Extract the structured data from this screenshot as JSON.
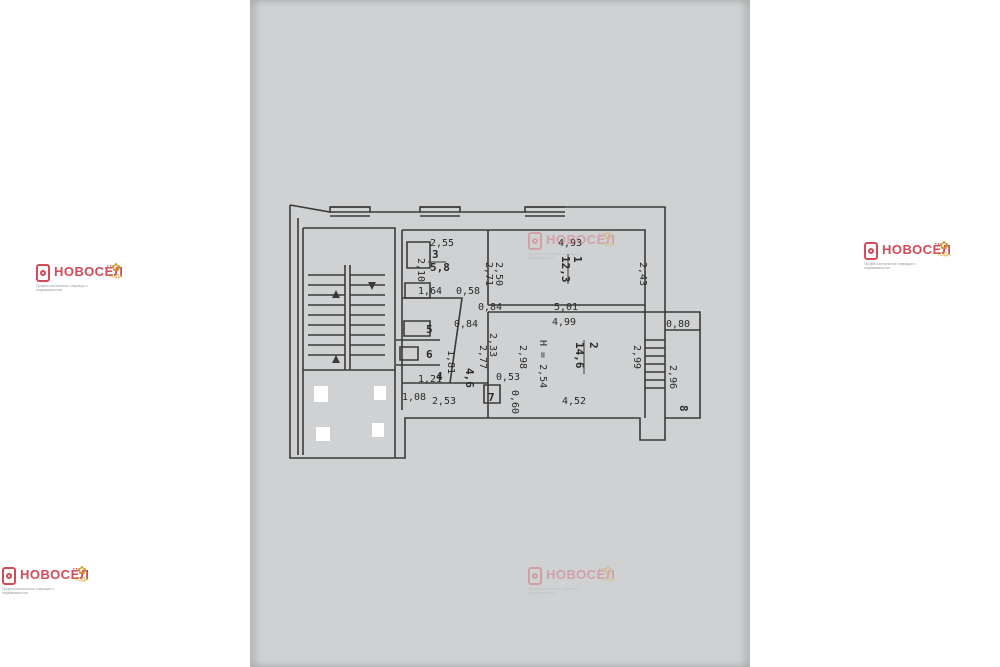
{
  "plan": {
    "areas": {
      "room1": {
        "number": "1",
        "area": "12,3"
      },
      "room2": {
        "number": "2",
        "area": "14,6"
      },
      "room3": {
        "number": "3",
        "area": "5,8"
      },
      "room4": {
        "number": "4",
        "area": "4,6"
      },
      "room5": {
        "number": "5"
      },
      "room6": {
        "number": "6"
      },
      "room7": {
        "number": "7"
      },
      "room8": {
        "number": "8"
      }
    },
    "dims": {
      "d1": "2,55",
      "d2": "4,93",
      "d3": "2,71",
      "d4": "2,50",
      "d5": "2,43",
      "d6": "2,10",
      "d7": "1,64",
      "d8": "0,58",
      "d9": "0,84",
      "d10": "5,01",
      "d11": "0,84",
      "d12": "4,99",
      "d13": "0,80",
      "d14": "2,33",
      "d15": "2,77",
      "d16": "2,98",
      "d17": "Н = 2,54",
      "d18": "2,99",
      "d19": "2,96",
      "d20": "1,81",
      "d21": "1,21",
      "d22": "0,53",
      "d23": "0,60",
      "d24": "1,08",
      "d25": "2,53",
      "d26": "4,52"
    }
  },
  "watermark": {
    "brand": "НОВОСЁЛ",
    "tagline": "Профессиональные операции с недвижимостью",
    "badge": "ГОДА"
  },
  "colors": {
    "paper": "#cfd1d3",
    "line": "#3a3a3a",
    "watermark": "#d44a5a",
    "badge": "#c8a12a"
  }
}
